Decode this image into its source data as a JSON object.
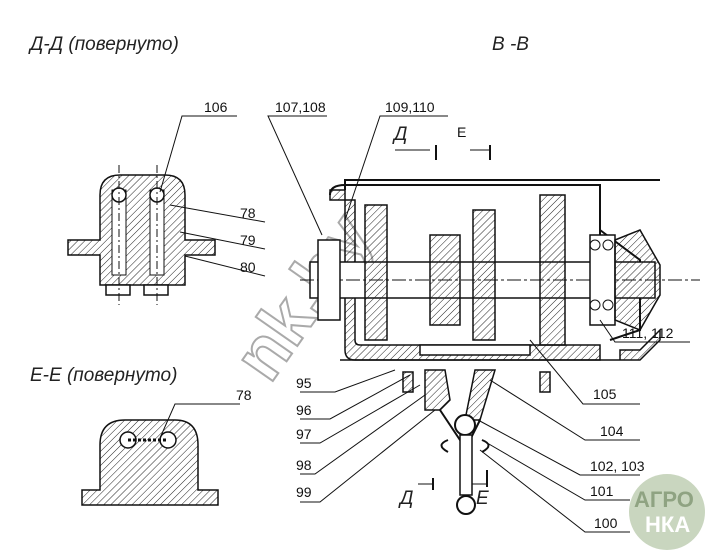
{
  "titles": {
    "section_dd": "Д-Д (повернуто)",
    "section_vv": "В -В",
    "section_ee": "Е-Е (повернуто)"
  },
  "section_marks": {
    "d_top": "Д",
    "e_top": "Е",
    "d_bottom": "Д",
    "e_bottom": "Е"
  },
  "callouts": {
    "c106": "106",
    "c107_108": "107,108",
    "c109_110": "109,110",
    "c78": "78",
    "c79": "79",
    "c80": "80",
    "c78b": "78",
    "c111_112": "111, 112",
    "c95": "95",
    "c96": "96",
    "c97": "97",
    "c98": "98",
    "c99": "99",
    "c105": "105",
    "c104": "104",
    "c102_103": "102, 103",
    "c101": "101",
    "c100": "100"
  },
  "watermark": "nk.by",
  "logo": {
    "left": "АГРО",
    "right": "НКА"
  }
}
